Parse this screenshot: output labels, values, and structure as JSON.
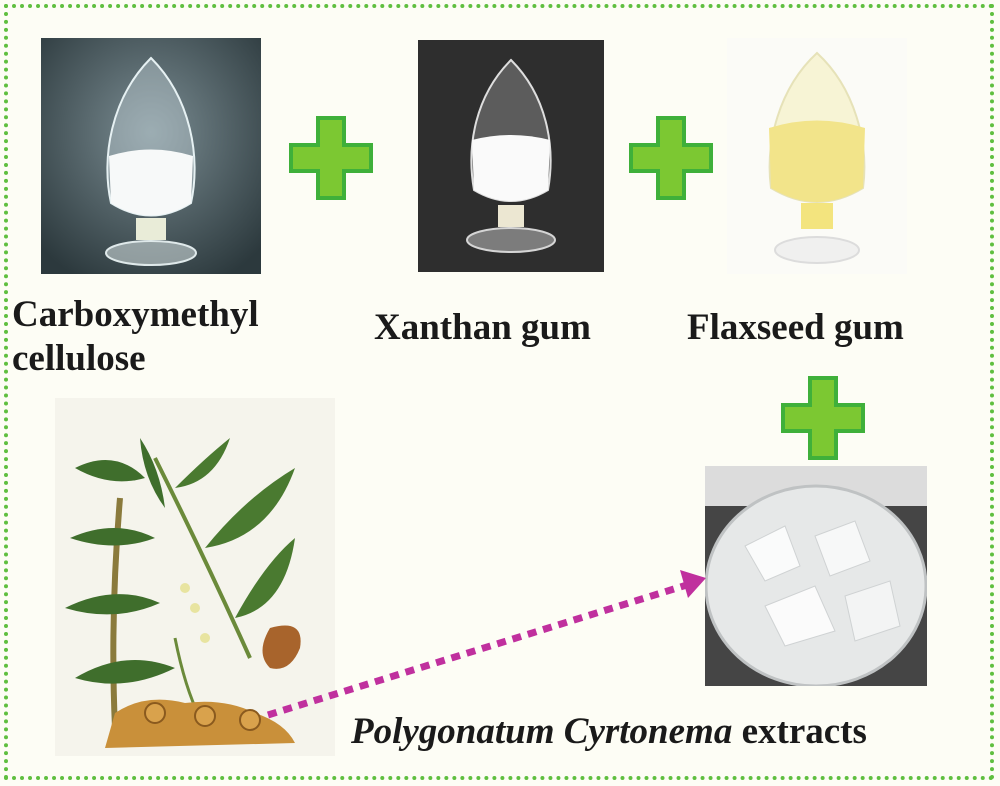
{
  "ingredients": [
    {
      "line1": "Carboxymethyl",
      "line2": "cellulose",
      "image": "cmc-powder-flask"
    },
    {
      "name": "Xanthan gum",
      "image": "xanthan-powder-flask"
    },
    {
      "name": "Flaxseed gum",
      "image": "flaxseed-powder-flask"
    }
  ],
  "extract": {
    "italic_part": "Polygonatum Cyrtonema",
    "plain_part": "extracts",
    "plant_image": "polygonatum-plant-illustration",
    "product_image": "extract-crystals-dish"
  },
  "colors": {
    "plus_fill": "#7cc832",
    "plus_edge": "#3fb03a",
    "arrow": "#c0309e",
    "border": "#5fbf3f"
  },
  "icons": [
    "plus-icon",
    "dotted-arrow-icon"
  ]
}
